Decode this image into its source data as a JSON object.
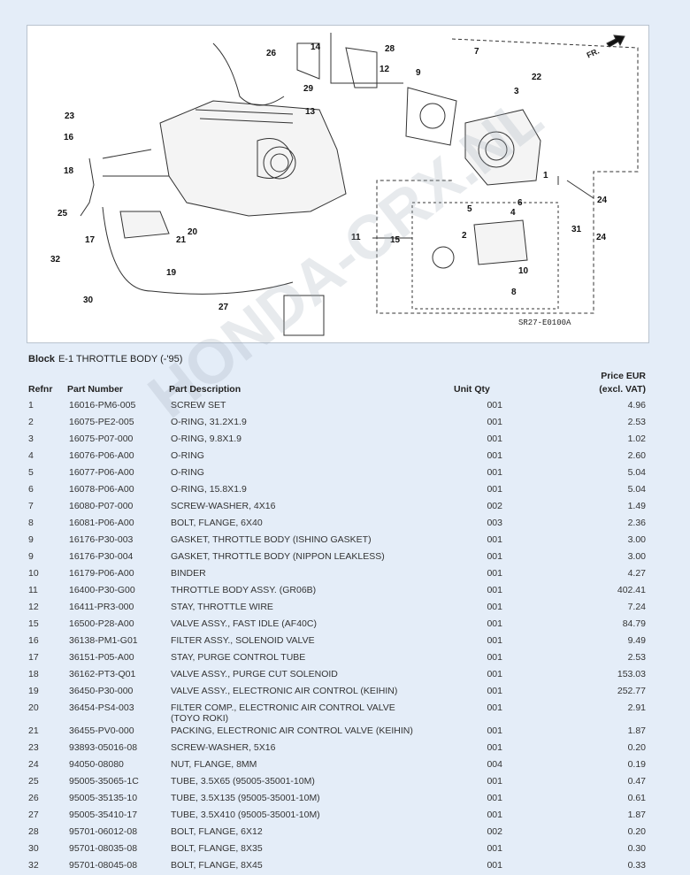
{
  "diagram": {
    "code": "SR27-E0100A",
    "direction_label": "FR.",
    "callouts": [
      "26",
      "14",
      "28",
      "12",
      "29",
      "13",
      "7",
      "22",
      "3",
      "9",
      "23",
      "16",
      "18",
      "25",
      "17",
      "32",
      "30",
      "21",
      "20",
      "19",
      "27",
      "1",
      "24",
      "31",
      "24",
      "5",
      "6",
      "4",
      "2",
      "11",
      "15",
      "10",
      "8"
    ]
  },
  "block": {
    "label": "Block",
    "title": "E-1 THROTTLE BODY (-'95)"
  },
  "watermark": "HONDA-CRX.NL",
  "table": {
    "headers": {
      "refnr": "Refnr",
      "part_number": "Part Number",
      "description": "Part Description",
      "unit_qty": "Unit Qty",
      "price_line1": "Price EUR",
      "price_line2": "(excl. VAT)"
    },
    "rows": [
      {
        "ref": "1",
        "pn": "16016-PM6-005",
        "desc": "SCREW SET",
        "qty": "001",
        "price": "4.96"
      },
      {
        "ref": "2",
        "pn": "16075-PE2-005",
        "desc": "O-RING, 31.2X1.9",
        "qty": "001",
        "price": "2.53"
      },
      {
        "ref": "3",
        "pn": "16075-P07-000",
        "desc": "O-RING, 9.8X1.9",
        "qty": "001",
        "price": "1.02"
      },
      {
        "ref": "4",
        "pn": "16076-P06-A00",
        "desc": "O-RING",
        "qty": "001",
        "price": "2.60"
      },
      {
        "ref": "5",
        "pn": "16077-P06-A00",
        "desc": "O-RING",
        "qty": "001",
        "price": "5.04"
      },
      {
        "ref": "6",
        "pn": "16078-P06-A00",
        "desc": "O-RING, 15.8X1.9",
        "qty": "001",
        "price": "5.04"
      },
      {
        "ref": "7",
        "pn": "16080-P07-000",
        "desc": "SCREW-WASHER, 4X16",
        "qty": "002",
        "price": "1.49"
      },
      {
        "ref": "8",
        "pn": "16081-P06-A00",
        "desc": "BOLT, FLANGE, 6X40",
        "qty": "003",
        "price": "2.36"
      },
      {
        "ref": "9",
        "pn": "16176-P30-003",
        "desc": "GASKET, THROTTLE BODY (ISHINO GASKET)",
        "qty": "001",
        "price": "3.00"
      },
      {
        "ref": "9",
        "pn": "16176-P30-004",
        "desc": "GASKET, THROTTLE BODY (NIPPON LEAKLESS)",
        "qty": "001",
        "price": "3.00"
      },
      {
        "ref": "10",
        "pn": "16179-P06-A00",
        "desc": "BINDER",
        "qty": "001",
        "price": "4.27"
      },
      {
        "ref": "11",
        "pn": "16400-P30-G00",
        "desc": "THROTTLE BODY ASSY. (GR06B)",
        "qty": "001",
        "price": "402.41"
      },
      {
        "ref": "12",
        "pn": "16411-PR3-000",
        "desc": "STAY, THROTTLE WIRE",
        "qty": "001",
        "price": "7.24"
      },
      {
        "ref": "15",
        "pn": "16500-P28-A00",
        "desc": "VALVE ASSY., FAST IDLE (AF40C)",
        "qty": "001",
        "price": "84.79"
      },
      {
        "ref": "16",
        "pn": "36138-PM1-G01",
        "desc": "FILTER ASSY., SOLENOID VALVE",
        "qty": "001",
        "price": "9.49"
      },
      {
        "ref": "17",
        "pn": "36151-P05-A00",
        "desc": "STAY, PURGE CONTROL TUBE",
        "qty": "001",
        "price": "2.53"
      },
      {
        "ref": "18",
        "pn": "36162-PT3-Q01",
        "desc": "VALVE ASSY., PURGE CUT SOLENOID",
        "qty": "001",
        "price": "153.03"
      },
      {
        "ref": "19",
        "pn": "36450-P30-000",
        "desc": "VALVE ASSY., ELECTRONIC AIR CONTROL (KEIHIN)",
        "qty": "001",
        "price": "252.77"
      },
      {
        "ref": "20",
        "pn": "36454-PS4-003",
        "desc": "FILTER COMP., ELECTRONIC AIR CONTROL VALVE (TOYO ROKI)",
        "qty": "001",
        "price": "2.91"
      },
      {
        "ref": "21",
        "pn": "36455-PV0-000",
        "desc": "PACKING, ELECTRONIC AIR CONTROL VALVE (KEIHIN)",
        "qty": "001",
        "price": "1.87"
      },
      {
        "ref": "23",
        "pn": "93893-05016-08",
        "desc": "SCREW-WASHER, 5X16",
        "qty": "001",
        "price": "0.20"
      },
      {
        "ref": "24",
        "pn": "94050-08080",
        "desc": "NUT, FLANGE, 8MM",
        "qty": "004",
        "price": "0.19"
      },
      {
        "ref": "25",
        "pn": "95005-35065-1C",
        "desc": "TUBE, 3.5X65 (95005-35001-10M)",
        "qty": "001",
        "price": "0.47"
      },
      {
        "ref": "26",
        "pn": "95005-35135-10",
        "desc": "TUBE, 3.5X135 (95005-35001-10M)",
        "qty": "001",
        "price": "0.61"
      },
      {
        "ref": "27",
        "pn": "95005-35410-17",
        "desc": "TUBE, 3.5X410 (95005-35001-10M)",
        "qty": "001",
        "price": "1.87"
      },
      {
        "ref": "28",
        "pn": "95701-06012-08",
        "desc": "BOLT, FLANGE, 6X12",
        "qty": "002",
        "price": "0.20"
      },
      {
        "ref": "30",
        "pn": "95701-08035-08",
        "desc": "BOLT, FLANGE, 8X35",
        "qty": "001",
        "price": "0.30"
      },
      {
        "ref": "32",
        "pn": "95701-08045-08",
        "desc": "BOLT, FLANGE, 8X45",
        "qty": "001",
        "price": "0.33"
      }
    ]
  }
}
